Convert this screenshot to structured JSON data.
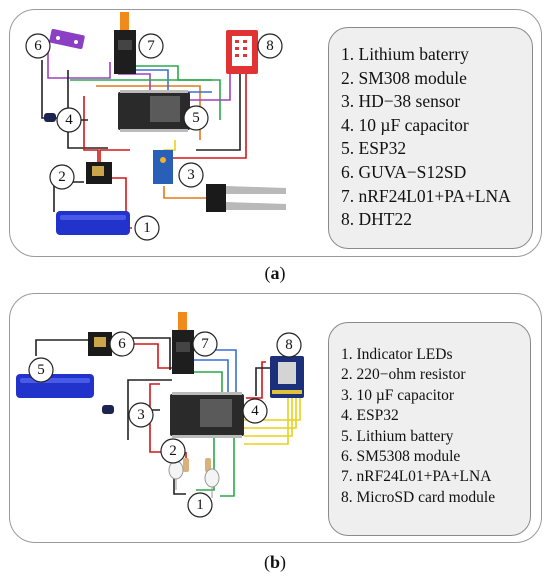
{
  "panel_a": {
    "legend": [
      "1. Lithium baterry",
      "2. SM308 module",
      "3. HD−38 sensor",
      "4. 10 µF capacitor",
      "5. ESP32",
      "6. GUVA−S12SD",
      "7. nRF24L01+PA+LNA",
      "8. DHT22"
    ],
    "callouts": [
      "1",
      "2",
      "3",
      "4",
      "5",
      "6",
      "7",
      "8"
    ],
    "caption_open": "(",
    "caption_letter": "a",
    "caption_close": ")"
  },
  "panel_b": {
    "legend": [
      "1. Indicator LEDs",
      "2. 220−ohm resistor",
      "3. 10 µF capacitor",
      "4. ESP32",
      "5. Lithium battery",
      "6. SM5308 module",
      "7. nRF24L01+PA+LNA",
      "8. MicroSD card module"
    ],
    "callouts": [
      "1",
      "2",
      "3",
      "4",
      "5",
      "6",
      "7",
      "8"
    ],
    "caption_open": "(",
    "caption_letter": "b",
    "caption_close": ")"
  },
  "colors": {
    "battery": "#2233cc",
    "esp32": "#2a2a2a",
    "dht22": "#e03333",
    "guva": "#8a3fc4",
    "sd_module": "#1c2f7a",
    "antenna": "#f08a1a",
    "wire_red": "#d01818",
    "wire_black": "#222222",
    "wire_green": "#2aa84a",
    "wire_yellow": "#e8d21a",
    "wire_blue": "#3a6fd8",
    "wire_orange": "#e07a1a",
    "wire_purple": "#a040c0"
  }
}
